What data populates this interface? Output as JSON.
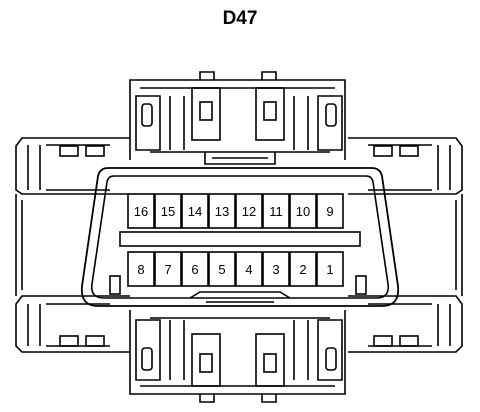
{
  "title": "D47",
  "connector": {
    "top_row_pins": [
      "16",
      "15",
      "14",
      "13",
      "12",
      "11",
      "10",
      "9"
    ],
    "bottom_row_pins": [
      "8",
      "7",
      "6",
      "5",
      "4",
      "3",
      "2",
      "1"
    ]
  },
  "colors": {
    "line": "#000000",
    "background": "#ffffff"
  }
}
